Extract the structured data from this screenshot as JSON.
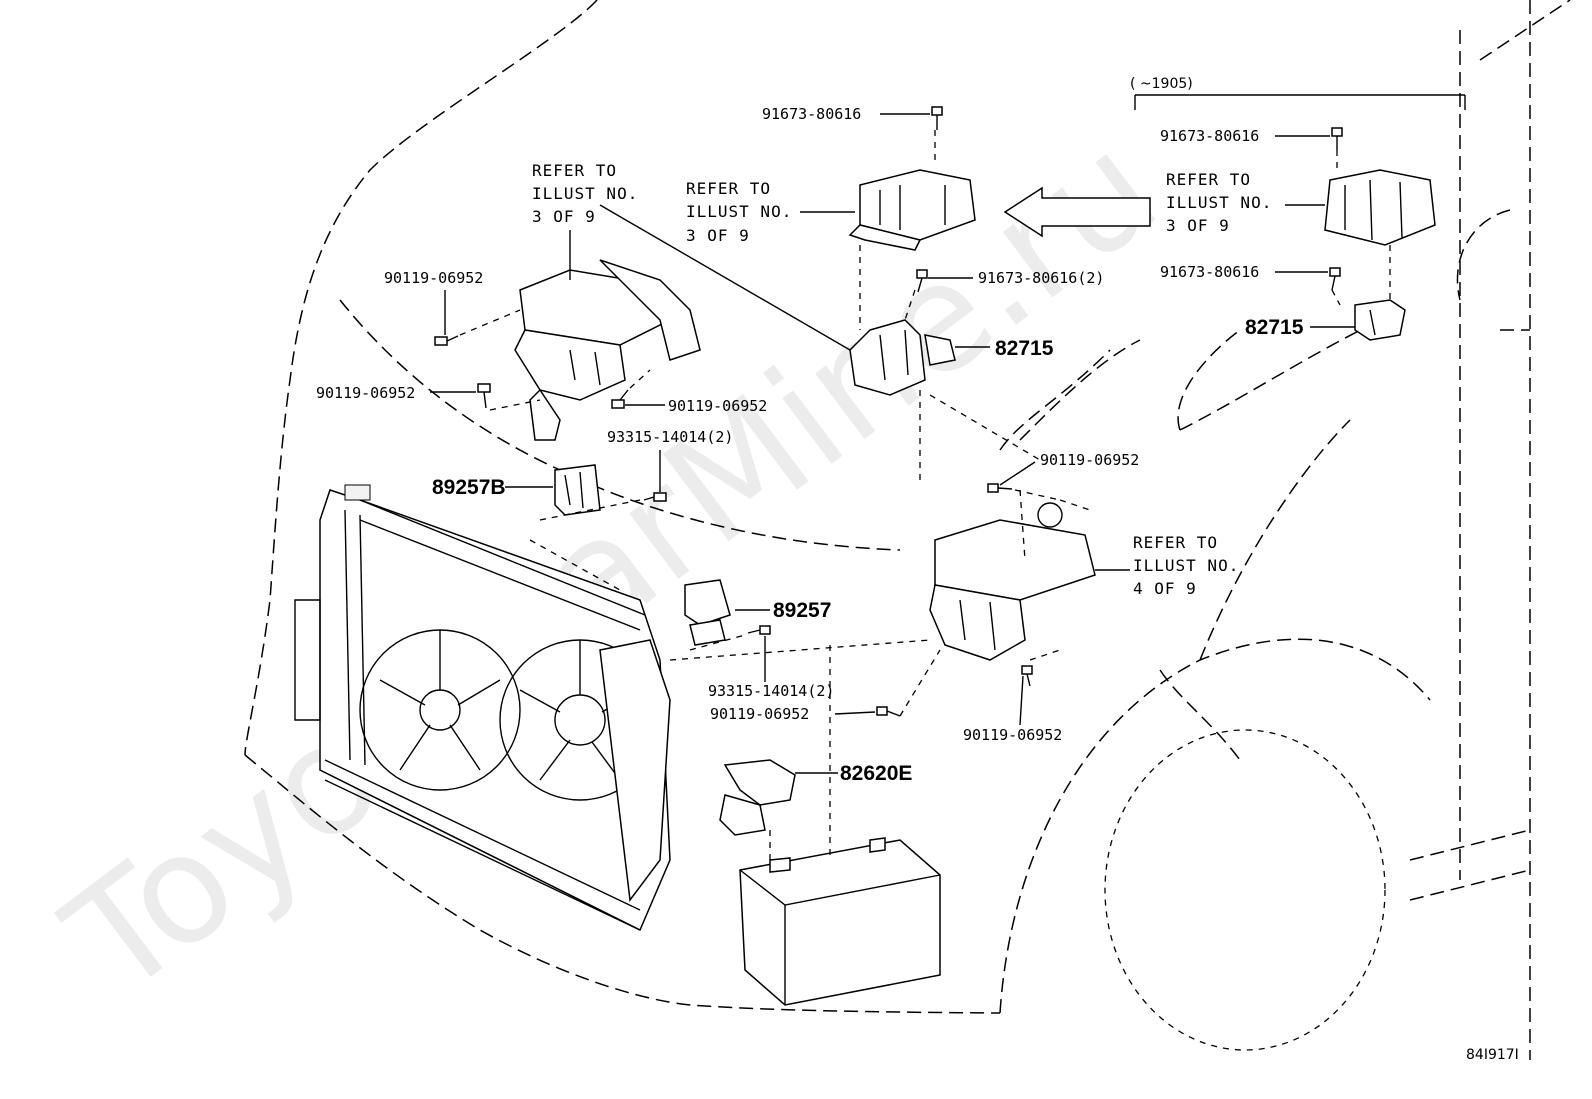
{
  "range_label": "(      ~1905)",
  "refer_to": {
    "line1": "REFER TO",
    "line2": "ILLUST NO."
  },
  "refer_pages": {
    "ecu_box": "3 OF 9",
    "relay_block_left": "3 OF 9",
    "relay_block_right": "3 OF 9",
    "fuse_box": "4 OF 9"
  },
  "part_numbers": {
    "bolt_91673_top": "91673-80616",
    "bolt_91673_right": "91673-80616",
    "bolt_91673_bracket": "91673-80616(2)",
    "bolt_91673_right_lower": "91673-80616",
    "bracket_82715_center": "82715",
    "bracket_82715_right": "82715",
    "bolt_90119_a": "90119-06952",
    "bolt_90119_b": "90119-06952",
    "bolt_90119_c": "90119-06952",
    "bolt_90119_d": "90119-06952",
    "bolt_90119_e": "90119-06952",
    "bolt_90119_f": "90119-06952",
    "bolt_93315_upper": "93315-14014(2)",
    "bolt_93315_lower": "93315-14014(2)",
    "sensor_89257B": "89257B",
    "sensor_89257": "89257",
    "connector_82620E": "82620E"
  },
  "watermark": "ToyotaCarMine.ru",
  "illustration_id": "84I917I"
}
